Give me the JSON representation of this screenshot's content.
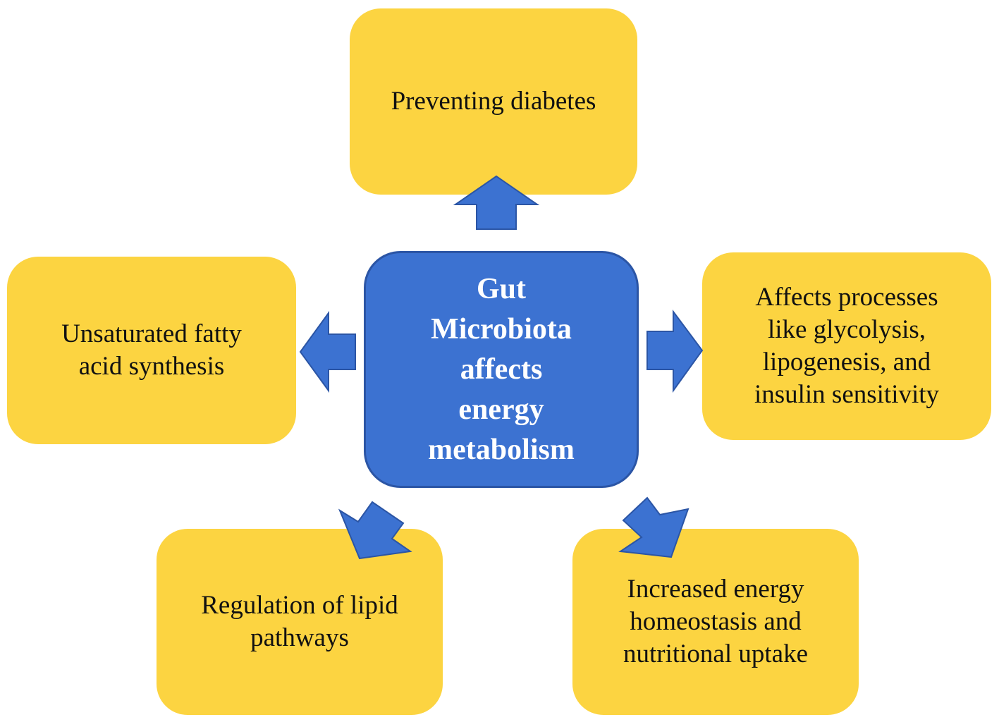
{
  "diagram": {
    "center": {
      "label": "Gut\nMicrobiota\naffects\nenergy\nmetabolism"
    },
    "nodes": {
      "top": {
        "label": "Preventing diabetes"
      },
      "left": {
        "label": "Unsaturated fatty\nacid synthesis"
      },
      "right": {
        "label": "Affects processes\nlike glycolysis,\nlipogenesis, and\ninsulin sensitivity"
      },
      "bottom_left": {
        "label": "Regulation of lipid\npathways"
      },
      "bottom_right": {
        "label": "Increased energy\nhomeostasis and\nnutritional uptake"
      }
    },
    "colors": {
      "node_fill": "#fcd441",
      "center_fill": "#3c72d1",
      "arrow_fill": "#3c72d1",
      "text_dark": "#111111",
      "text_light": "#ffffff"
    }
  }
}
